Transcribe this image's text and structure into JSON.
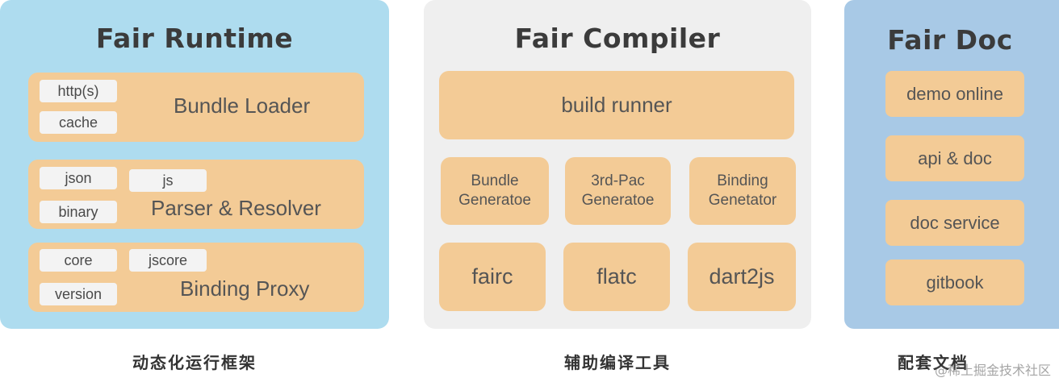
{
  "runtime": {
    "title": "Fair Runtime",
    "caption": "动态化运行框架",
    "bundle_loader": {
      "label": "Bundle Loader",
      "chips": [
        "http(s)",
        "cache"
      ]
    },
    "parser": {
      "label": "Parser & Resolver",
      "chips": [
        "json",
        "binary",
        "js"
      ]
    },
    "binding": {
      "label": "Binding Proxy",
      "chips": [
        "core",
        "version",
        "jscore"
      ]
    }
  },
  "compiler": {
    "title": "Fair Compiler",
    "caption": "辅助编译工具",
    "build_runner": "build runner",
    "generators": [
      {
        "line1": "Bundle",
        "line2": "Generatoe"
      },
      {
        "line1": "3rd-Pac",
        "line2": "Generatoe"
      },
      {
        "line1": "Binding",
        "line2": "Genetator"
      }
    ],
    "tools": [
      "fairc",
      "flatc",
      "dart2js"
    ]
  },
  "doc": {
    "title": "Fair Doc",
    "caption": "配套文档",
    "items": [
      "demo online",
      "api & doc",
      "doc service",
      "gitbook"
    ]
  },
  "watermark": "@稀土掘金技术社区",
  "colors": {
    "runtime_bg": "#aedcef",
    "compiler_bg": "#efefef",
    "doc_bg": "#a8c9e6",
    "box": "#f3cb96",
    "chip": "#f3f3f3"
  }
}
